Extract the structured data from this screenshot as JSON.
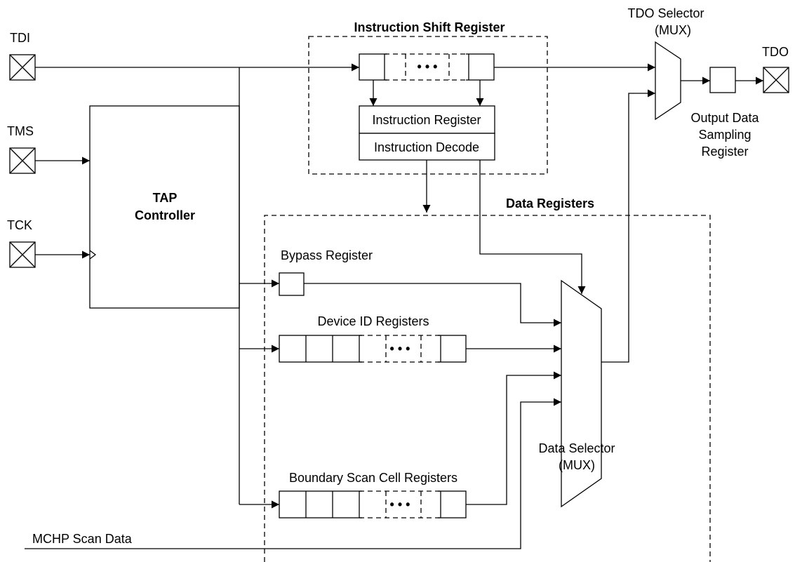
{
  "pins": {
    "tdi": "TDI",
    "tms": "TMS",
    "tck": "TCK",
    "tdo": "TDO"
  },
  "tap_controller": [
    "TAP",
    "Controller"
  ],
  "instruction_shift_register": {
    "title": "Instruction Shift Register",
    "instruction_register": "Instruction Register",
    "instruction_decode": "Instruction Decode"
  },
  "data_registers": {
    "title": "Data Registers",
    "bypass": "Bypass Register",
    "device_id": "Device ID Registers",
    "boundary_scan": "Boundary Scan Cell Registers"
  },
  "data_selector": [
    "Data Selector",
    "(MUX)"
  ],
  "tdo_selector": [
    "TDO Selector",
    "(MUX)"
  ],
  "output_sampling": [
    "Output Data",
    "Sampling",
    "Register"
  ],
  "mchp_scan_data": "MCHP Scan Data",
  "ellipsis": "• • •"
}
